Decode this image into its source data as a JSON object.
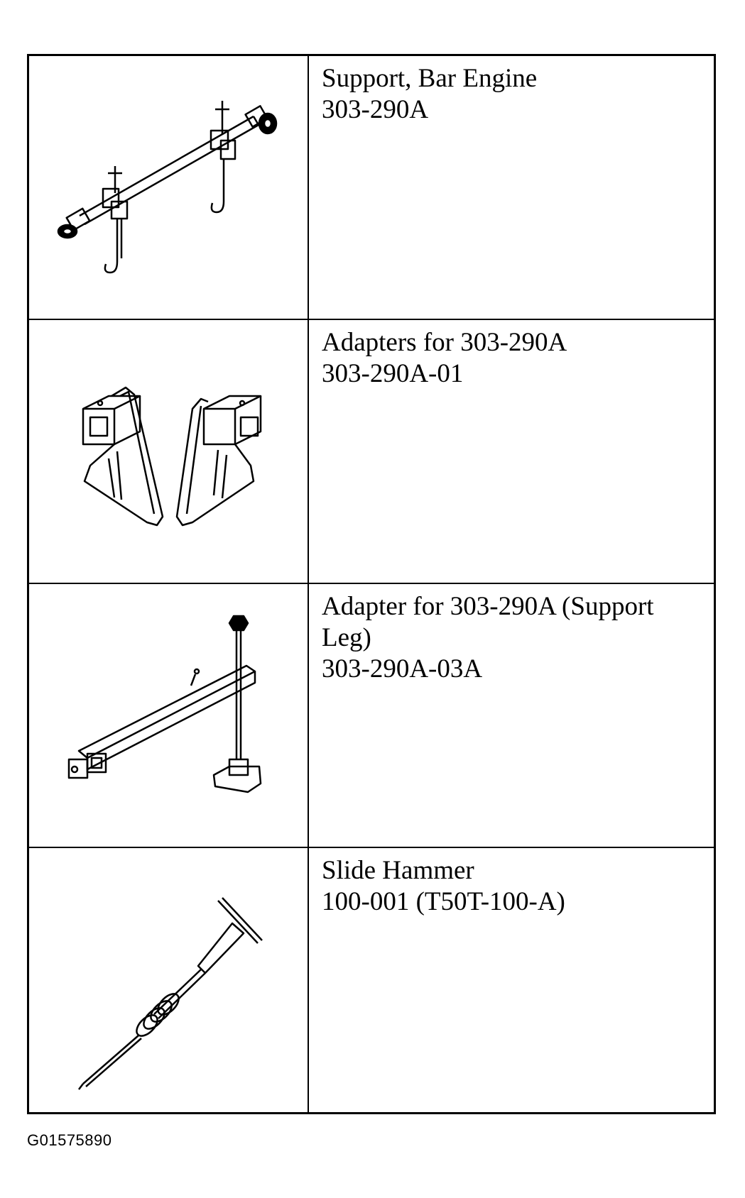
{
  "tools": [
    {
      "name": "Support, Bar Engine",
      "part_number": "303-290A",
      "illustration": "engine-support-bar-illustration"
    },
    {
      "name": "Adapters for 303-290A",
      "part_number": "303-290A-01",
      "illustration": "adapters-illustration"
    },
    {
      "name": "Adapter for 303-290A (Support Leg)",
      "part_number": "303-290A-03A",
      "illustration": "support-leg-adapter-illustration"
    },
    {
      "name": "Slide Hammer",
      "part_number": "100-001 (T50T-100-A)",
      "illustration": "slide-hammer-illustration"
    }
  ],
  "figure_id": "G01575890"
}
